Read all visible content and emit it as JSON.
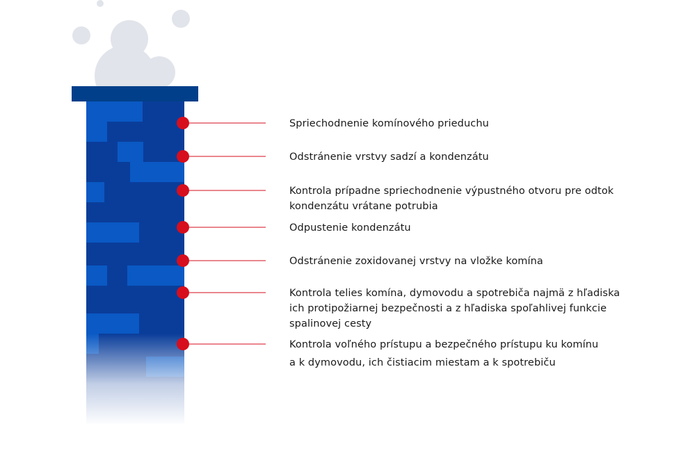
{
  "colors": {
    "cap": "#023f8a",
    "chimney": "#0a3d9a",
    "brick_light": "#0a59c4",
    "smoke": "#e1e4ea",
    "marker": "#d60e1e",
    "connector": "#d60e1e",
    "text": "#1a1a1a"
  },
  "items": [
    {
      "lines": [
        "Spriechodnenie komínového prieduchu"
      ]
    },
    {
      "lines": [
        "Odstránenie vrstvy sadzí a kondenzátu"
      ]
    },
    {
      "lines": [
        "Kontrola prípadne spriechodnenie výpustného otvoru pre odtok",
        "kondenzátu vrátane potrubia"
      ]
    },
    {
      "lines": [
        "Odpustenie kondenzátu"
      ]
    },
    {
      "lines": [
        "Odstránenie zoxidovanej vrstvy na vložke komína"
      ]
    },
    {
      "lines": [
        "Kontrola telies komína, dymovodu a spotrebiča najmä z hľadiska",
        "ich protipožiarnej bezpečnosti a z hľadiska spoľahlivej funkcie",
        "spalinovej cesty"
      ]
    },
    {
      "lines": [
        "Kontrola voľného prístupu a bezpečného prístupu ku komínu",
        "a k dymovodu, ich čistiacim miestam a k spotrebiču"
      ]
    }
  ]
}
